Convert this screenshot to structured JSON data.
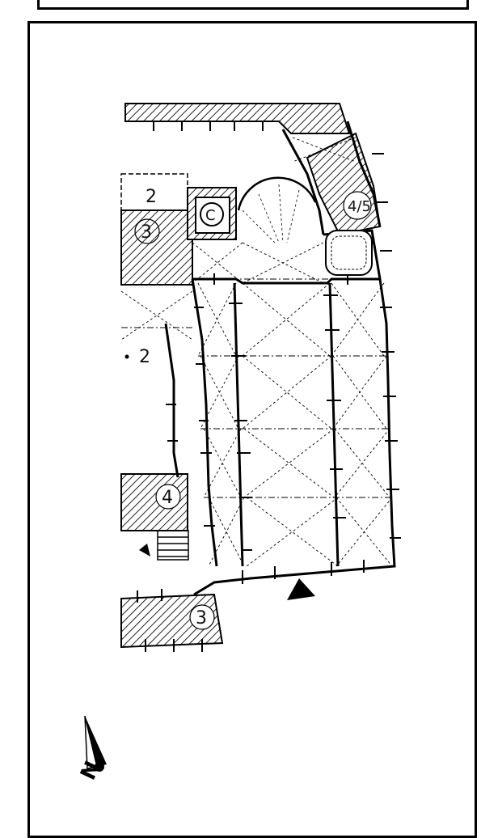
{
  "room_labels": {
    "r1": "2",
    "r2": "3",
    "r3": "C",
    "r4": "4/5",
    "r5": "2",
    "r6": "4",
    "r7": "3"
  },
  "north_label": "N"
}
